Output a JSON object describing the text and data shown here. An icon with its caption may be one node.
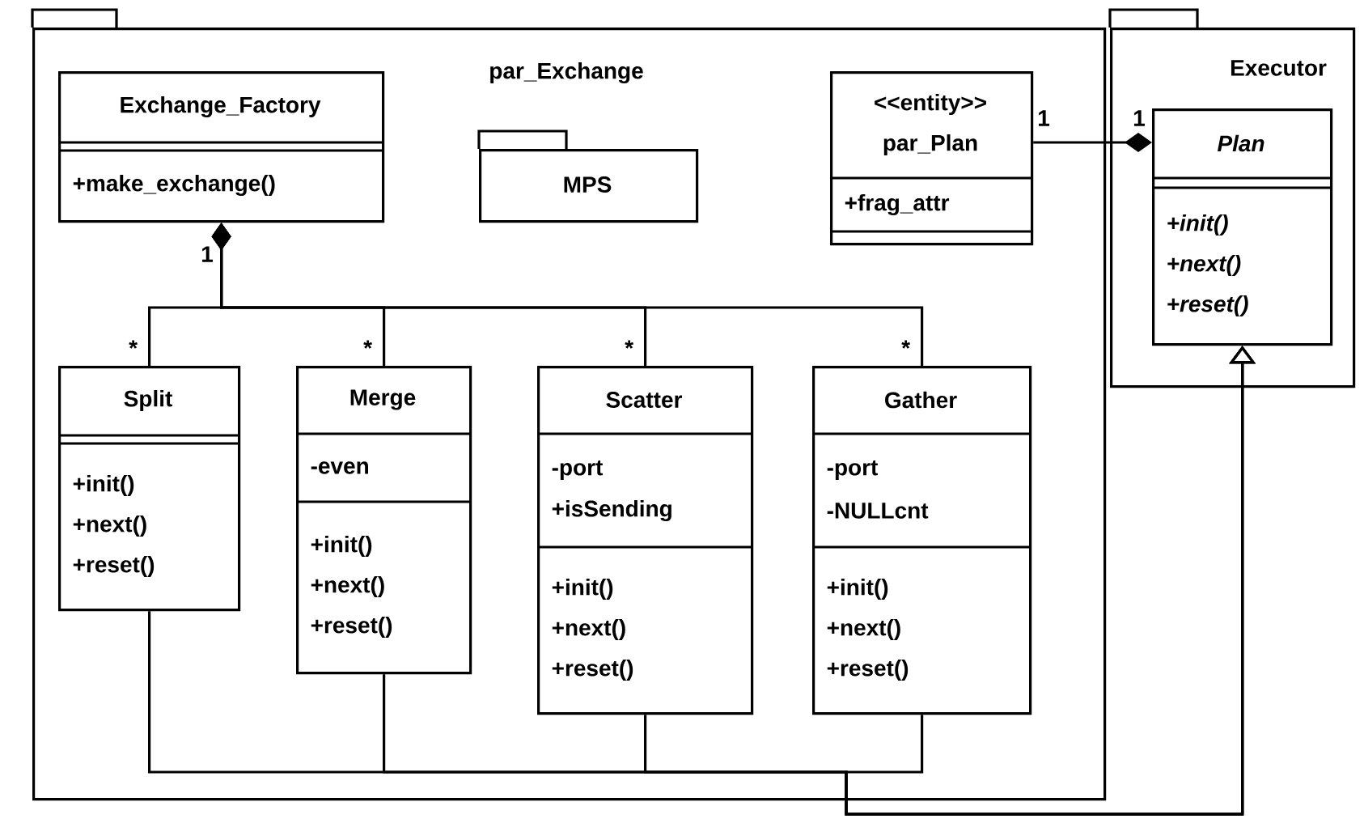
{
  "diagram": {
    "nodes": [
      {
        "text": [
          "par_Exchange"
        ]
      },
      {
        "text": [
          "Exchange_Factory",
          "+make_exchange()"
        ],
        "in": 0
      },
      {
        "text": [
          "MPS"
        ],
        "in": 0
      },
      {
        "text": [
          "<<entity>>",
          "par_Plan",
          "+frag_attr"
        ],
        "in": 0
      },
      {
        "text": [
          "Split",
          "+init()",
          "+next()",
          "+reset()"
        ],
        "in": 0
      },
      {
        "text": [
          "Merge",
          "-even",
          "+init()",
          "+next()",
          "+reset()"
        ],
        "in": 0
      },
      {
        "text": [
          "Scatter",
          "-port",
          "+isSending",
          "+init()",
          "+next()",
          "+reset()"
        ],
        "in": 0
      },
      {
        "text": [
          "Gather",
          "-port",
          "-NULLcnt",
          "+init()",
          "+next()",
          "+reset()"
        ],
        "in": 0
      },
      {
        "text": [
          "Executor"
        ]
      },
      {
        "text": [
          "Plan",
          "+init()",
          "+next()",
          "+reset()"
        ],
        "in": 8
      }
    ],
    "edges": [
      {
        "from": 4,
        "to": 1,
        "arrow": "other",
        "label": "*"
      },
      {
        "from": 5,
        "to": 1,
        "arrow": "other",
        "label": "*"
      },
      {
        "from": 6,
        "to": 1,
        "arrow": "other",
        "label": "*"
      },
      {
        "from": 7,
        "to": 1,
        "arrow": "other",
        "label": "*"
      },
      {
        "from": 3,
        "to": 9,
        "arrow": "other"
      },
      {
        "from": 4,
        "to": 9,
        "arrow": "to"
      },
      {
        "from": 5,
        "to": 9,
        "arrow": "to"
      },
      {
        "from": 6,
        "to": 9,
        "arrow": "to"
      },
      {
        "from": 7,
        "to": 9,
        "arrow": "to"
      }
    ],
    "labels": [
      "1",
      "1",
      "1"
    ]
  }
}
